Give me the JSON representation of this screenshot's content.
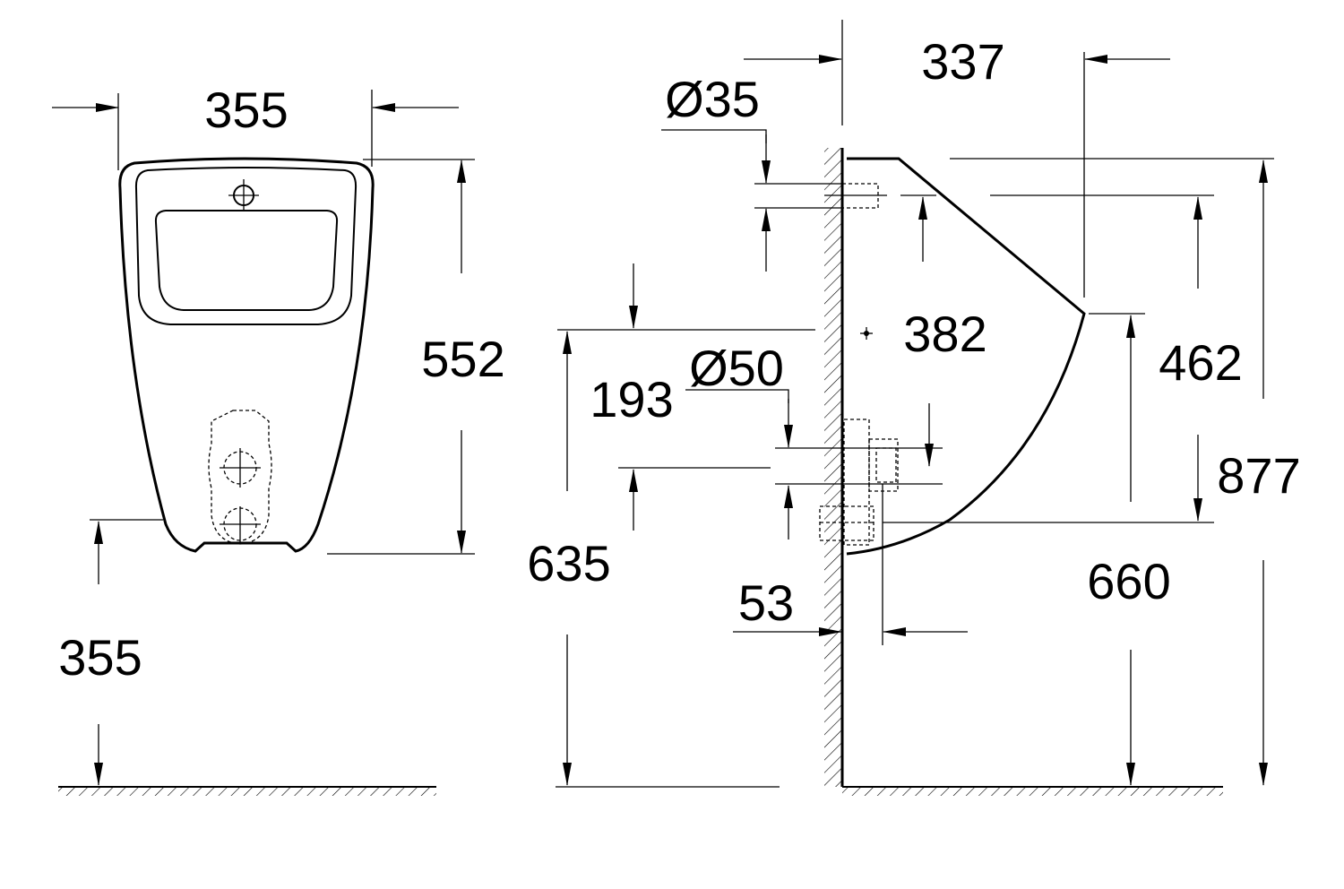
{
  "drawing": {
    "front_view": {
      "width_label": "355",
      "height_label": "552",
      "floor_clearance_label": "355"
    },
    "side_view": {
      "depth_label": "337",
      "inlet_diameter_label": "Ø35",
      "fixing_label": "382",
      "lip_height_label": "462",
      "outlet_offset_label": "193",
      "outlet_diameter_label": "Ø50",
      "total_height_label": "877",
      "outlet_height_label": "635",
      "outlet_projection_label": "53",
      "rim_height_label": "660"
    }
  }
}
